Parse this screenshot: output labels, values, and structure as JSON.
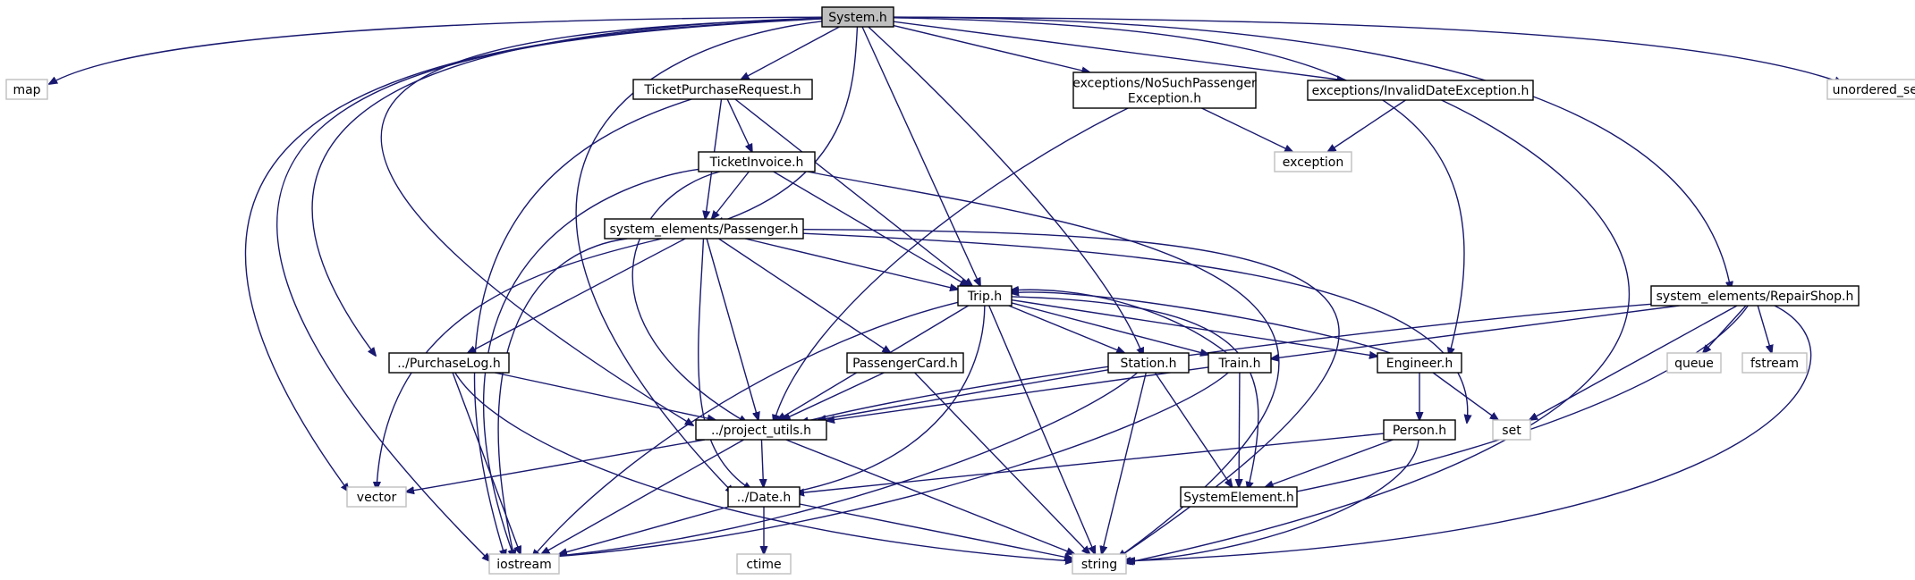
{
  "graph": {
    "colors": {
      "edge": "#191970",
      "node_border": "#000000",
      "external_border": "#bfbfbf",
      "root_fill": "#bfbfbf",
      "node_fill": "#ffffff",
      "external_text": "#000000"
    },
    "nodes": [
      {
        "id": "system",
        "label": "System.h",
        "kind": "root"
      },
      {
        "id": "map",
        "label": "map",
        "kind": "external"
      },
      {
        "id": "ticket_purchase_request",
        "label": "TicketPurchaseRequest.h",
        "kind": "file"
      },
      {
        "id": "no_such_passenger",
        "label": "exceptions/NoSuchPassenger\nException.h",
        "kind": "file"
      },
      {
        "id": "invalid_date",
        "label": "exceptions/InvalidDateException.h",
        "kind": "file"
      },
      {
        "id": "unordered_set",
        "label": "unordered_set",
        "kind": "external"
      },
      {
        "id": "ticket_invoice",
        "label": "TicketInvoice.h",
        "kind": "file"
      },
      {
        "id": "exception",
        "label": "exception",
        "kind": "external"
      },
      {
        "id": "passenger",
        "label": "system_elements/Passenger.h",
        "kind": "file"
      },
      {
        "id": "trip",
        "label": "Trip.h",
        "kind": "file"
      },
      {
        "id": "repair_shop",
        "label": "system_elements/RepairShop.h",
        "kind": "file"
      },
      {
        "id": "purchase_log",
        "label": "../PurchaseLog.h",
        "kind": "file"
      },
      {
        "id": "passenger_card",
        "label": "PassengerCard.h",
        "kind": "file"
      },
      {
        "id": "station",
        "label": "Station.h",
        "kind": "file"
      },
      {
        "id": "train",
        "label": "Train.h",
        "kind": "file"
      },
      {
        "id": "engineer",
        "label": "Engineer.h",
        "kind": "file"
      },
      {
        "id": "queue",
        "label": "queue",
        "kind": "external"
      },
      {
        "id": "fstream",
        "label": "fstream",
        "kind": "external"
      },
      {
        "id": "project_utils",
        "label": "../project_utils.h",
        "kind": "file"
      },
      {
        "id": "person",
        "label": "Person.h",
        "kind": "file"
      },
      {
        "id": "set",
        "label": "set",
        "kind": "external"
      },
      {
        "id": "vector",
        "label": "vector",
        "kind": "external"
      },
      {
        "id": "date",
        "label": "../Date.h",
        "kind": "file"
      },
      {
        "id": "system_element",
        "label": "SystemElement.h",
        "kind": "file"
      },
      {
        "id": "iostream",
        "label": "iostream",
        "kind": "external"
      },
      {
        "id": "string",
        "label": "string",
        "kind": "external"
      },
      {
        "id": "ctime",
        "label": "ctime",
        "kind": "external"
      }
    ],
    "edges": [
      {
        "from": "system",
        "to": "map"
      },
      {
        "from": "system",
        "to": "ticket_purchase_request"
      },
      {
        "from": "system",
        "to": "no_such_passenger"
      },
      {
        "from": "system",
        "to": "invalid_date"
      },
      {
        "from": "system",
        "to": "unordered_set"
      },
      {
        "from": "system",
        "to": "passenger"
      },
      {
        "from": "system",
        "to": "trip"
      },
      {
        "from": "system",
        "to": "station"
      },
      {
        "from": "system",
        "to": "engineer"
      },
      {
        "from": "system",
        "to": "repair_shop"
      },
      {
        "from": "system",
        "to": "purchase_log"
      },
      {
        "from": "system",
        "to": "project_utils"
      },
      {
        "from": "system",
        "to": "vector"
      },
      {
        "from": "system",
        "to": "iostream"
      },
      {
        "from": "system",
        "to": "date"
      },
      {
        "from": "ticket_purchase_request",
        "to": "ticket_invoice"
      },
      {
        "from": "ticket_purchase_request",
        "to": "passenger"
      },
      {
        "from": "ticket_purchase_request",
        "to": "trip"
      },
      {
        "from": "ticket_purchase_request",
        "to": "iostream"
      },
      {
        "from": "no_such_passenger",
        "to": "exception"
      },
      {
        "from": "no_such_passenger",
        "to": "project_utils"
      },
      {
        "from": "invalid_date",
        "to": "exception"
      },
      {
        "from": "invalid_date",
        "to": "string"
      },
      {
        "from": "ticket_invoice",
        "to": "passenger"
      },
      {
        "from": "ticket_invoice",
        "to": "trip"
      },
      {
        "from": "ticket_invoice",
        "to": "project_utils"
      },
      {
        "from": "ticket_invoice",
        "to": "iostream"
      },
      {
        "from": "ticket_invoice",
        "to": "string"
      },
      {
        "from": "passenger",
        "to": "trip"
      },
      {
        "from": "passenger",
        "to": "purchase_log"
      },
      {
        "from": "passenger",
        "to": "passenger_card"
      },
      {
        "from": "passenger",
        "to": "project_utils"
      },
      {
        "from": "passenger",
        "to": "date"
      },
      {
        "from": "passenger",
        "to": "vector"
      },
      {
        "from": "passenger",
        "to": "iostream"
      },
      {
        "from": "passenger",
        "to": "person"
      },
      {
        "from": "passenger",
        "to": "string"
      },
      {
        "from": "trip",
        "to": "station"
      },
      {
        "from": "trip",
        "to": "train"
      },
      {
        "from": "trip",
        "to": "engineer"
      },
      {
        "from": "trip",
        "to": "project_utils"
      },
      {
        "from": "trip",
        "to": "date"
      },
      {
        "from": "trip",
        "to": "iostream"
      },
      {
        "from": "trip",
        "to": "string"
      },
      {
        "from": "trip",
        "to": "system_element"
      },
      {
        "from": "repair_shop",
        "to": "train"
      },
      {
        "from": "repair_shop",
        "to": "queue"
      },
      {
        "from": "repair_shop",
        "to": "fstream"
      },
      {
        "from": "repair_shop",
        "to": "set"
      },
      {
        "from": "repair_shop",
        "to": "project_utils"
      },
      {
        "from": "repair_shop",
        "to": "system_element"
      },
      {
        "from": "repair_shop",
        "to": "string"
      },
      {
        "from": "purchase_log",
        "to": "project_utils"
      },
      {
        "from": "purchase_log",
        "to": "iostream"
      },
      {
        "from": "purchase_log",
        "to": "string"
      },
      {
        "from": "passenger_card",
        "to": "project_utils"
      },
      {
        "from": "passenger_card",
        "to": "string"
      },
      {
        "from": "station",
        "to": "project_utils"
      },
      {
        "from": "station",
        "to": "system_element"
      },
      {
        "from": "station",
        "to": "iostream"
      },
      {
        "from": "station",
        "to": "string"
      },
      {
        "from": "train",
        "to": "trip"
      },
      {
        "from": "train",
        "to": "project_utils"
      },
      {
        "from": "train",
        "to": "system_element"
      },
      {
        "from": "train",
        "to": "iostream"
      },
      {
        "from": "engineer",
        "to": "trip"
      },
      {
        "from": "engineer",
        "to": "person"
      },
      {
        "from": "engineer",
        "to": "set"
      },
      {
        "from": "project_utils",
        "to": "date"
      },
      {
        "from": "project_utils",
        "to": "vector"
      },
      {
        "from": "project_utils",
        "to": "iostream"
      },
      {
        "from": "project_utils",
        "to": "string"
      },
      {
        "from": "person",
        "to": "date"
      },
      {
        "from": "person",
        "to": "system_element"
      },
      {
        "from": "person",
        "to": "string"
      },
      {
        "from": "date",
        "to": "ctime"
      },
      {
        "from": "date",
        "to": "iostream"
      },
      {
        "from": "date",
        "to": "string"
      }
    ]
  }
}
